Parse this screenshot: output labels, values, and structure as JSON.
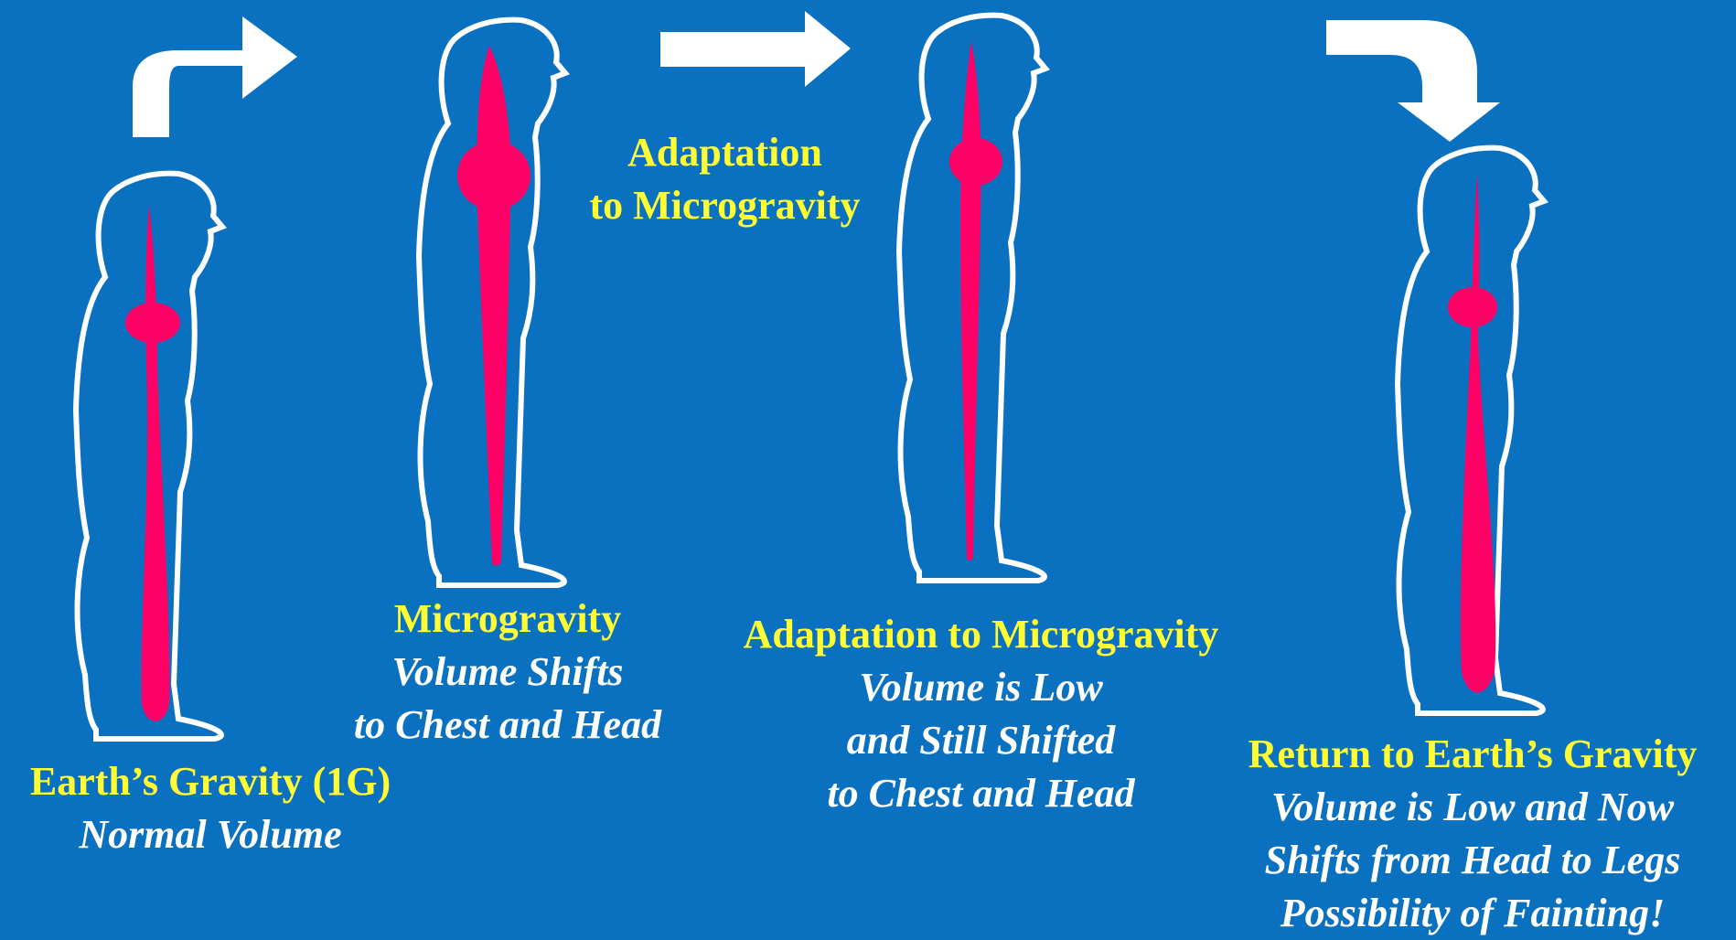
{
  "colors": {
    "background": "#0a70c0",
    "blood": "#ff0066",
    "outline": "#ffffff",
    "title_text": "#ffff33",
    "body_text": "#ffffff"
  },
  "arrow_label": {
    "line1": "Adaptation",
    "line2": "to Microgravity"
  },
  "stages": [
    {
      "title": "Earth’s Gravity (1G)",
      "lines": [
        "Normal Volume"
      ]
    },
    {
      "title": "Microgravity",
      "lines": [
        "Volume Shifts",
        "to Chest and Head"
      ]
    },
    {
      "title": "Adaptation to Microgravity",
      "lines": [
        "Volume is Low",
        "and Still Shifted",
        "to Chest and Head"
      ]
    },
    {
      "title": "Return to Earth’s Gravity",
      "lines": [
        "Volume is Low and Now",
        "Shifts from Head to Legs",
        "Possibility of Fainting!"
      ]
    }
  ]
}
